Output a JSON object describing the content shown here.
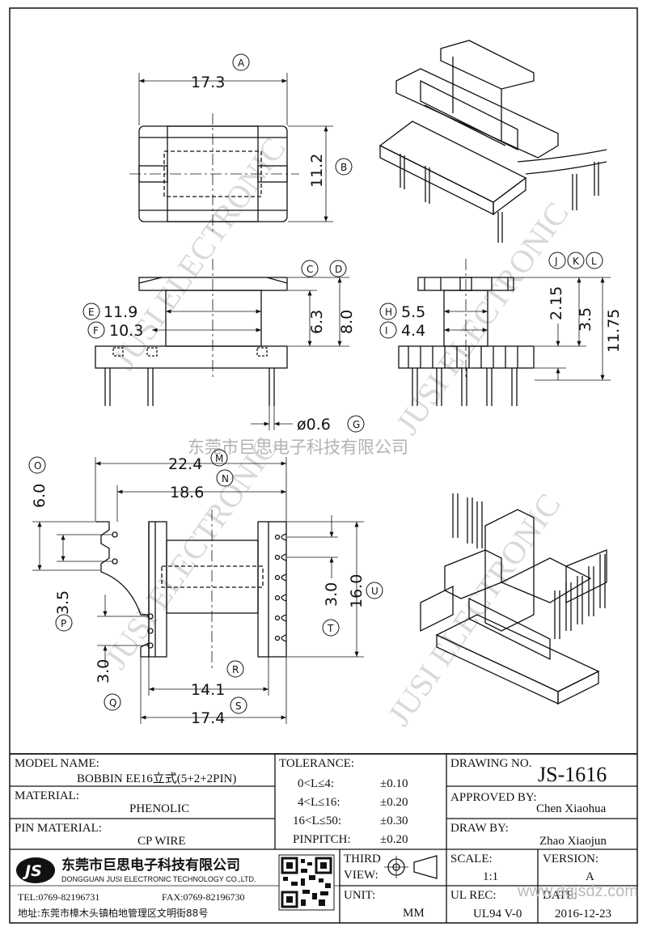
{
  "watermarks": {
    "company_cn": "东莞市巨思电子科技有限公司",
    "jusi_electronic": "JUSI ELECTRONIC"
  },
  "dimensions": {
    "A": {
      "letter": "A",
      "value": "17.3"
    },
    "B": {
      "letter": "B",
      "value": "11.2"
    },
    "C": {
      "letter": "C"
    },
    "D": {
      "letter": "D"
    },
    "E": {
      "letter": "E",
      "value": "11.9"
    },
    "F": {
      "letter": "F",
      "value": "10.3"
    },
    "CD_63": {
      "value": "6.3"
    },
    "CD_80": {
      "value": "8.0"
    },
    "G": {
      "letter": "G",
      "value": "ø0.6"
    },
    "H": {
      "letter": "H",
      "value": "5.5"
    },
    "I": {
      "letter": "I",
      "value": "4.4"
    },
    "J": {
      "letter": "J"
    },
    "K": {
      "letter": "K"
    },
    "L": {
      "letter": "L"
    },
    "JKL_215": {
      "value": "2.15"
    },
    "JKL_35": {
      "value": "3.5"
    },
    "JKL_1175": {
      "value": "11.75"
    },
    "M": {
      "letter": "M",
      "value": "22.4"
    },
    "N": {
      "letter": "N",
      "value": "18.6"
    },
    "O": {
      "letter": "O",
      "value": "6.0"
    },
    "P": {
      "letter": "P",
      "value": "3.5"
    },
    "Q": {
      "letter": "Q",
      "value": "3.0"
    },
    "R": {
      "letter": "R",
      "value": "14.1"
    },
    "S": {
      "letter": "S",
      "value": "17.4"
    },
    "T": {
      "letter": "T",
      "value": "3.0"
    },
    "U": {
      "letter": "U",
      "value": "16.0"
    }
  },
  "title_block": {
    "model_name_label": "MODEL NAME:",
    "model_name_value": "BOBBIN EE16立式(5+2+2PIN)",
    "material_label": "MATERIAL:",
    "material_value": "PHENOLIC",
    "pin_material_label": "PIN MATERIAL:",
    "pin_material_value": "CP WIRE",
    "tolerance_label": "TOLERANCE:",
    "tolerances": [
      {
        "range": "0<L≤4:",
        "value": "±0.10"
      },
      {
        "range": "4<L≤16:",
        "value": "±0.20"
      },
      {
        "range": "16<L≤50:",
        "value": "±0.30"
      },
      {
        "range": "PINPITCH:",
        "value": "±0.20"
      }
    ],
    "drawing_no_label": "DRAWING NO.",
    "drawing_no_value": "JS-1616",
    "approved_by_label": "APPROVED BY:",
    "approved_by_value": "Chen Xiaohua",
    "draw_by_label": "DRAW BY:",
    "draw_by_value": "Zhao Xiaojun",
    "company_logo": "JS",
    "company_cn": "东莞市巨思电子科技有限公司",
    "company_en": "DONGGUAN JUSI ELECTRONIC TECHNOLOGY CO.,LTD.",
    "tel": "TEL:0769-82196731",
    "fax": "FAX:0769-82196730",
    "address": "地址:东莞市樟木头镇柏地管理区文明街88号",
    "third_view_label_1": "THIRD",
    "third_view_label_2": "VIEW:",
    "unit_label": "UNIT:",
    "unit_value": "MM",
    "scale_label": "SCALE:",
    "scale_value": "1:1",
    "ul_rec_label": "UL REC:",
    "ul_rec_value": "UL94 V-0",
    "version_label": "VERSION:",
    "version_value": "A",
    "date_label": "DATE:",
    "date_value": "2016-12-23",
    "website": "www.dgjsdz.com"
  }
}
